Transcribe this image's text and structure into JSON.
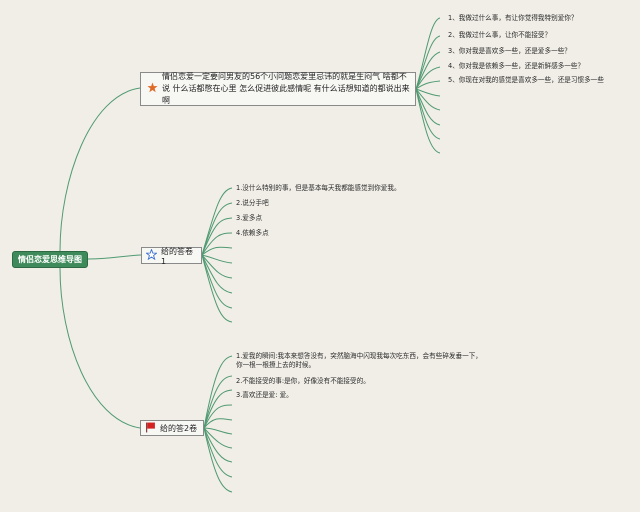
{
  "root": {
    "label": "情侣恋爱思维导图"
  },
  "topics": [
    {
      "label": "情侣恋爱一定要问男友的56个小问题恋爱里忌讳的就是生闷气 啥都不说 什么话都憋在心里 怎么促进彼此感情呢 有什么话想知道的都说出来啊",
      "icon": "star-filled-icon",
      "items": [
        "1、我做过什么事，有让你觉得我特别爱你？",
        "2、我做过什么事，让你不能接受？",
        "3、你对我是喜欢多一些，还是爱多一些？",
        "4、你对我是依赖多一些，还是新鲜感多一些？",
        "5、你现在对我的感觉是喜欢多一些，还是习惯多一些"
      ]
    },
    {
      "label": "给的答卷1",
      "icon": "star-outline-icon",
      "items": [
        "1.没什么特别的事，但是基本每天我都能感觉到你爱我。",
        "2.说分手吧",
        "3.爱多点",
        "4.依赖多点"
      ]
    },
    {
      "label": "给的答2卷",
      "icon": "red-flag-icon",
      "items": [
        "1.爱我的瞬间:我本来想答没有，突然脑海中闪现我每次吃东西，会有些碎发垂一下，你一根一根撩上去的时候。",
        "2.不能接受的事:是你，好像没有不能接受的。",
        "3.喜欢还是爱: 爱。"
      ]
    }
  ],
  "colors": {
    "line": "#4f9a72",
    "root_bg": "#3e8a5a",
    "star": "#e06a28",
    "flag": "#d32222"
  }
}
